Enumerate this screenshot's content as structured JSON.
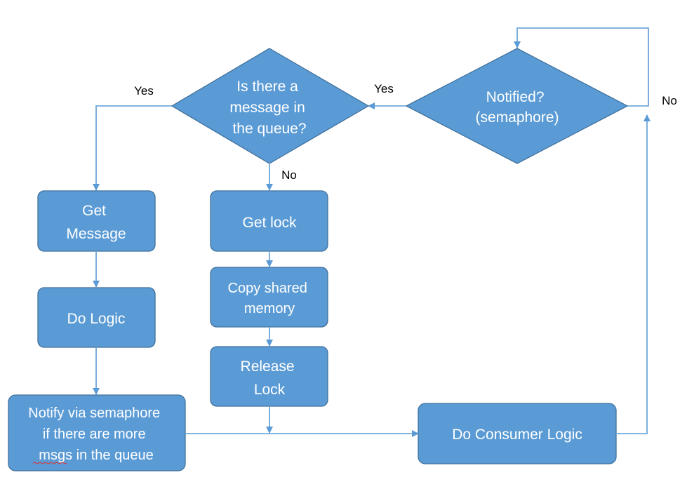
{
  "colors": {
    "node_fill": "#5b9bd5",
    "node_stroke": "#41719c",
    "edge": "#5b9bd5",
    "node_text": "#ffffff",
    "label_text": "#000000"
  },
  "nodes": {
    "notified": {
      "lines": [
        "Notified?",
        "(semaphore)"
      ]
    },
    "message_in_queue": {
      "lines": [
        "Is there a",
        "message in",
        "the queue?"
      ]
    },
    "get_message": {
      "lines": [
        "Get",
        "Message"
      ]
    },
    "do_logic": {
      "lines": [
        "Do Logic"
      ]
    },
    "notify_semaphore": {
      "lines": [
        "Notify via semaphore",
        "if there are more",
        "msgs in the queue"
      ]
    },
    "get_lock": {
      "lines": [
        "Get lock"
      ]
    },
    "copy_shared_memory": {
      "lines": [
        "Copy shared",
        "memory"
      ]
    },
    "release_lock": {
      "lines": [
        "Release",
        "Lock"
      ]
    },
    "do_consumer_logic": {
      "lines": [
        "Do Consumer Logic"
      ]
    }
  },
  "edge_labels": {
    "notified_yes": "Yes",
    "notified_no": "No",
    "queue_yes": "Yes",
    "queue_no": "No"
  }
}
